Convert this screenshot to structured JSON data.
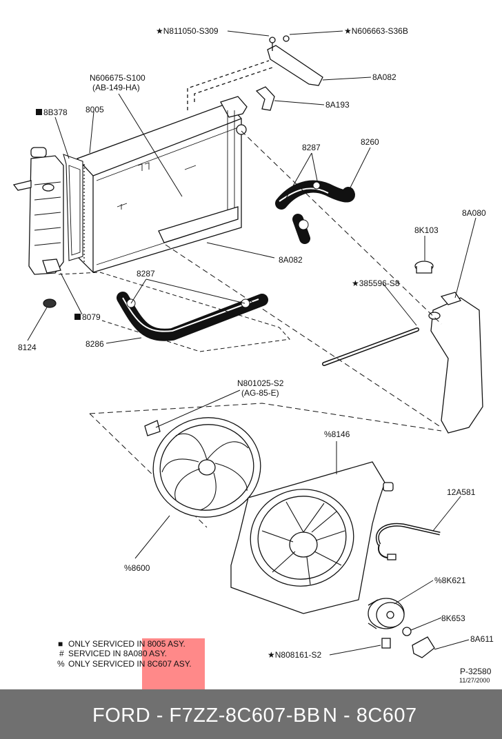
{
  "callouts": {
    "n811050": "★N811050-S309",
    "n606663": "★N606663-S36B",
    "p8a082_top": "8A082",
    "n606675": "N606675-S100",
    "n606675_sub": "(AB-149-HA)",
    "p8a193": "8A193",
    "p8b378": "8B378",
    "p8005": "8005",
    "p8287_top": "8287",
    "p8260": "8260",
    "p8a080": "8A080",
    "p8k103": "8K103",
    "p8a082_mid": "8A082",
    "p8287_low": "8287",
    "n385596": "★385596-S8",
    "p8079": "8079",
    "p8124": "8124",
    "p8286": "8286",
    "n801025": "N801025-S2",
    "n801025_sub": "(AG-85-E)",
    "p8146": "%8146",
    "p12a581": "12A581",
    "p8600": "%8600",
    "p8k621": "%8K621",
    "p8k653": "8K653",
    "p8a611": "8A611",
    "n808161": "★N808161-S2",
    "ref": "P-32580",
    "date": "11/27/2000"
  },
  "legend": {
    "line1_symbol": "■",
    "line1_text": "ONLY SERVICED IN 8005 ASY.",
    "line2_symbol": "#",
    "line2_text": "SERVICED IN 8A080 ASY.",
    "line3_symbol": "%",
    "line3_text": "ONLY SERVICED IN 8C607 ASY."
  },
  "footer": {
    "brand_part": "FORD - F7ZZ-8C607-BB",
    "ncode": "N - 8C607"
  },
  "colors": {
    "highlight": "#ff7c7c",
    "footer_bg": "#707070",
    "footer_text": "#ffffff",
    "ink": "#111111"
  }
}
